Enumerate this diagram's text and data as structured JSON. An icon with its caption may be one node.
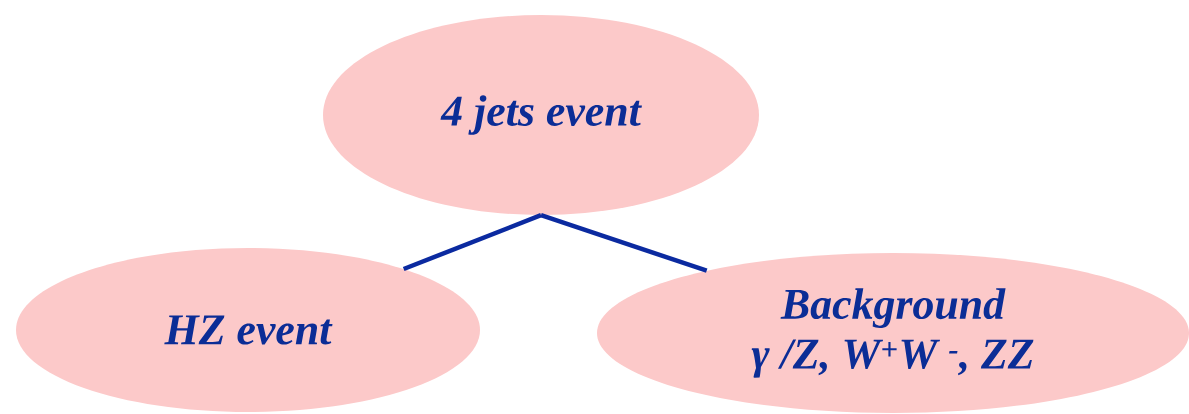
{
  "diagram": {
    "nodes": [
      {
        "text": [
          "4 jets event"
        ]
      },
      {
        "text": [
          "HZ event"
        ]
      },
      {
        "text": [
          "Background",
          "γ /Z, W$^{+}$W $^{-}$, ZZ"
        ]
      }
    ],
    "edges": [
      {
        "from": 0,
        "to": 1,
        "arrow": "none"
      },
      {
        "from": 0,
        "to": 2,
        "arrow": "none"
      }
    ]
  }
}
